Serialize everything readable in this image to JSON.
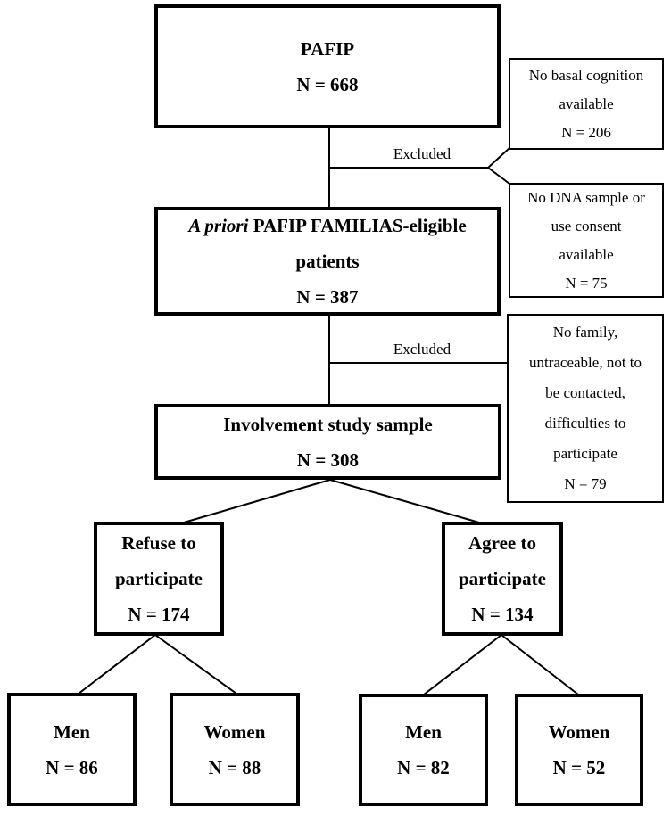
{
  "colors": {
    "background": "#ffffff",
    "line": "#000000",
    "text": "#000000"
  },
  "flow": {
    "pafip": {
      "line1": "PAFIP",
      "line2": "N = 668"
    },
    "eligible": {
      "line1_italic": "A priori",
      "line1_rest": " PAFIP FAMILIAS-eligible",
      "line2": "patients",
      "line3": "N = 387"
    },
    "involvement": {
      "line1": "Involvement study sample",
      "line2": "N = 308"
    },
    "refuse": {
      "line1": "Refuse to",
      "line2": "participate",
      "line3": "N = 174"
    },
    "agree": {
      "line1": "Agree to",
      "line2": "participate",
      "line3": "N = 134"
    },
    "refuse_men": {
      "line1": "Men",
      "line2": "N = 86"
    },
    "refuse_women": {
      "line1": "Women",
      "line2": "N = 88"
    },
    "agree_men": {
      "line1": "Men",
      "line2": "N = 82"
    },
    "agree_women": {
      "line1": "Women",
      "line2": "N = 52"
    }
  },
  "exclusions": {
    "label1": "Excluded",
    "label2": "Excluded",
    "no_basal_cognition": {
      "line1": "No basal cognition",
      "line2": "available",
      "line3": "N = 206"
    },
    "no_dna_sample": {
      "line1": "No DNA sample or",
      "line2": "use consent",
      "line3": "available",
      "line4": "N = 75"
    },
    "no_family": {
      "line1": "No family,",
      "line2": "untraceable, not to",
      "line3": "be contacted,",
      "line4": "difficulties to",
      "line5": "participate",
      "line6": "N = 79"
    }
  }
}
